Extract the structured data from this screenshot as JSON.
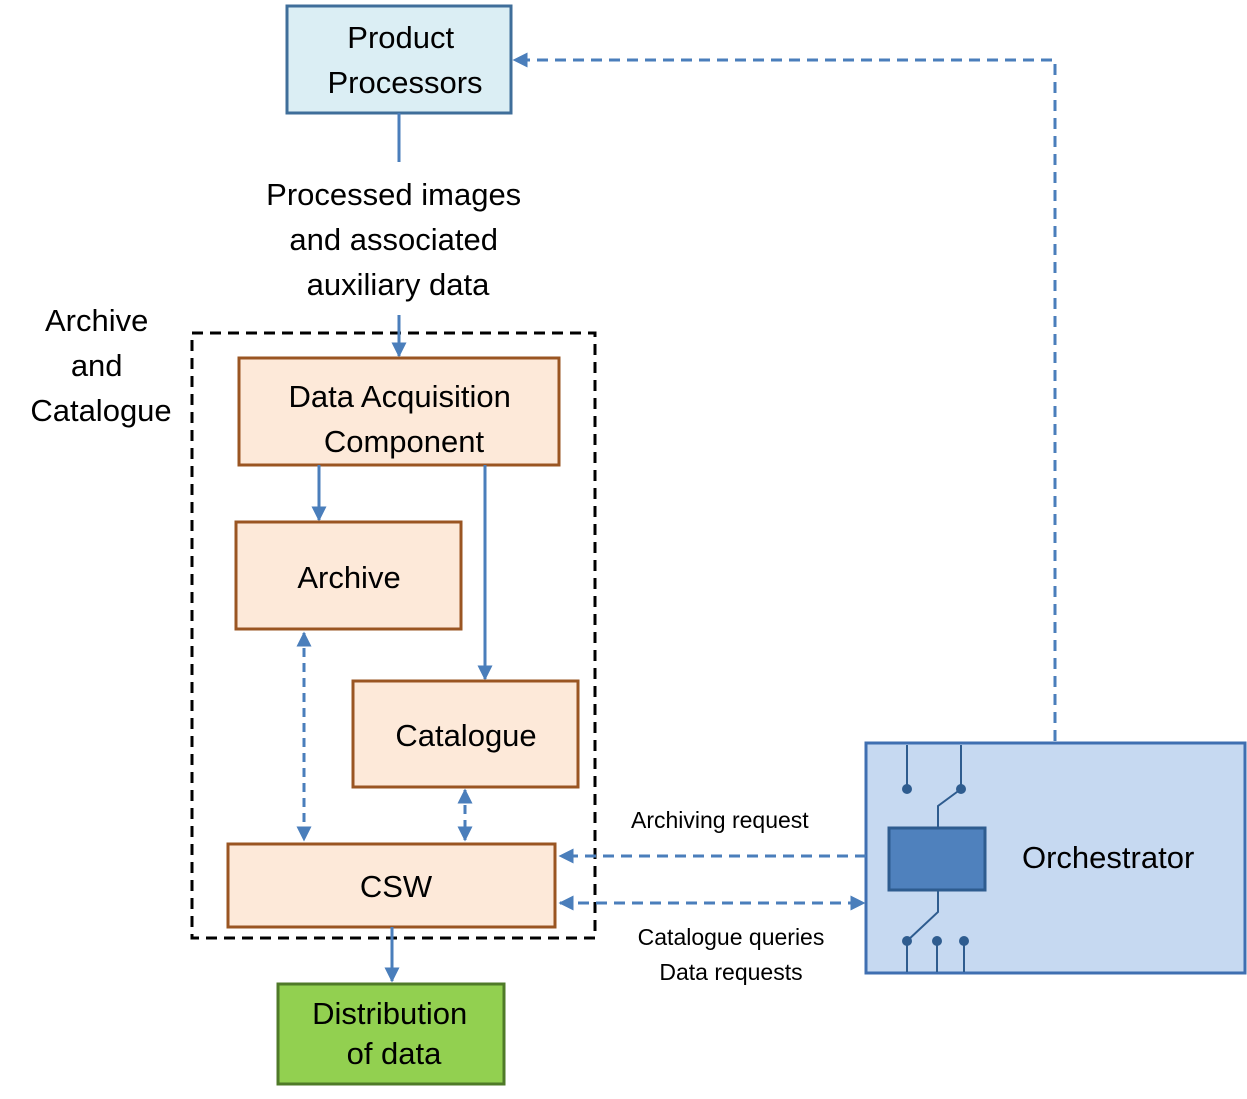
{
  "colors": {
    "arrow": "#4a7ebb",
    "processor_fill": "#dbeef4",
    "processor_stroke": "#3f6e9a",
    "component_fill": "#fde9d9",
    "component_stroke": "#9a5522",
    "distribution_fill": "#92d050",
    "distribution_stroke": "#4f7a28",
    "orchestrator_fill": "#c6d9f1",
    "orchestrator_stroke": "#3f6fb1",
    "chip_fill": "#4f81bd",
    "chip_stroke": "#2e5c8f"
  },
  "nodes": {
    "product_processors": {
      "line1": "Product",
      "line2": "Processors"
    },
    "data_acquisition": {
      "line1": "Data Acquisition",
      "line2": "Component"
    },
    "archive": {
      "label": "Archive"
    },
    "catalogue": {
      "label": "Catalogue"
    },
    "csw": {
      "label": "CSW"
    },
    "distribution": {
      "line1": "Distribution",
      "line2": "of data"
    },
    "orchestrator": {
      "label": "Orchestrator",
      "icon": "circuit-switch-icon"
    }
  },
  "group": {
    "line1": "Archive",
    "line2": "and",
    "line3": "Catalogue"
  },
  "edge_labels": {
    "processed": {
      "line1": "Processed images",
      "line2": "and associated",
      "line3": "auxiliary data"
    },
    "archiving_request": "Archiving request",
    "catalogue_queries": "Catalogue queries",
    "data_requests": "Data requests"
  }
}
